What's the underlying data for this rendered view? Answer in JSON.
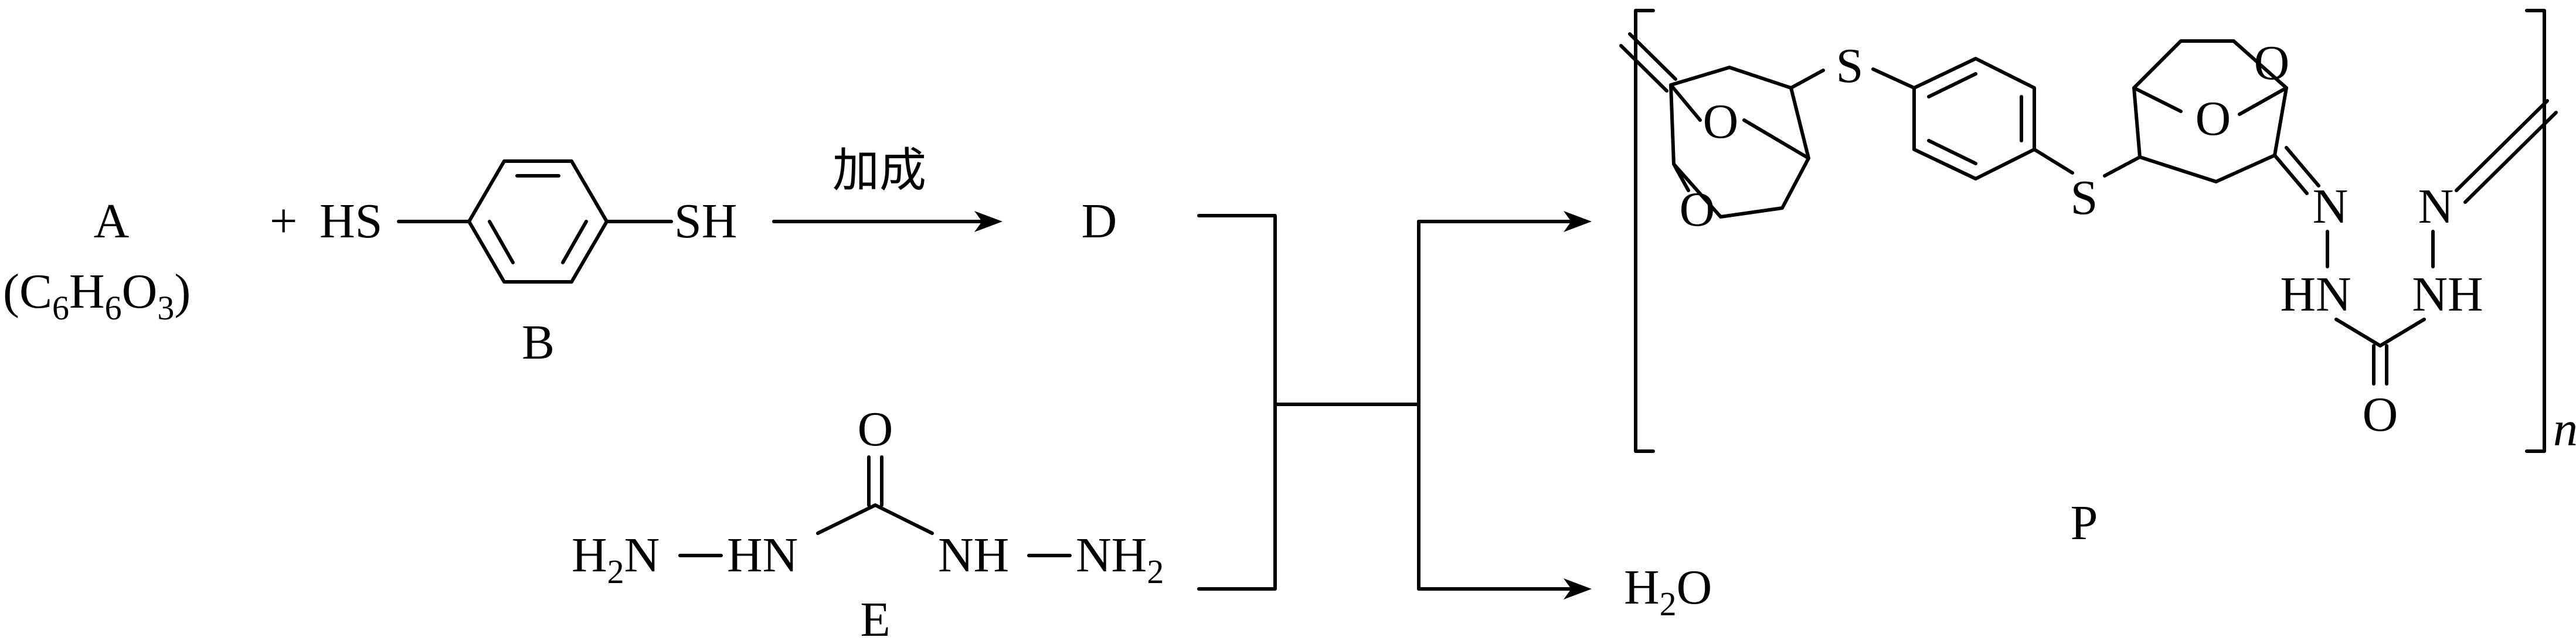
{
  "compound_a": {
    "letter": "A",
    "formula_open": "(C",
    "s1": "6",
    "h": "H",
    "s2": "6",
    "o": "O",
    "s3": "3",
    "formula_close": ")"
  },
  "plus": "+",
  "compound_b": {
    "left_group": "HS",
    "right_group": "SH",
    "letter": "B"
  },
  "reaction_condition": "加成",
  "compound_d": "D",
  "compound_e": {
    "letter": "E",
    "carbonyl_o": "O",
    "left_h": "H",
    "left_h_sub": "2",
    "left_n": "N",
    "left_hn": "HN",
    "right_nh": "NH",
    "right_nh2": "NH",
    "right_sub": "2"
  },
  "product_p": {
    "letter": "P",
    "repeat": "n",
    "s_top": "S",
    "s_bottom": "S",
    "o_bridge_left": "O",
    "o_ring_left": "O",
    "o_bridge_right": "O",
    "o_ring_right": "O",
    "n_left": "N",
    "n_right": "N",
    "hn_left": "HN",
    "nh_right": "NH",
    "urea_o": "O"
  },
  "byproduct": {
    "h": "H",
    "sub": "2",
    "o": "O"
  }
}
